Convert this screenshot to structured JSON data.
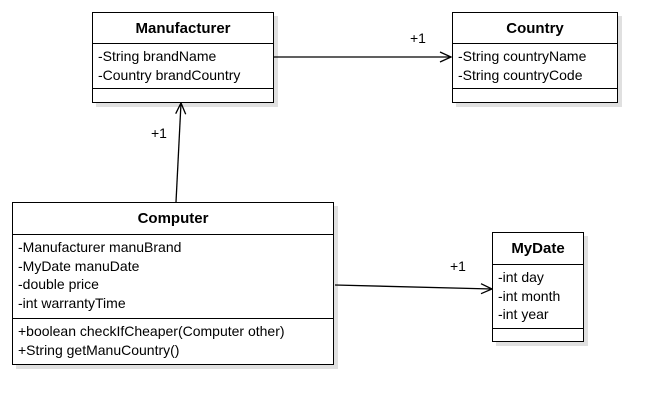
{
  "classes": {
    "manufacturer": {
      "name": "Manufacturer",
      "attributes": [
        "-String brandName",
        "-Country brandCountry"
      ],
      "methods": []
    },
    "country": {
      "name": "Country",
      "attributes": [
        "-String countryName",
        "-String countryCode"
      ],
      "methods": []
    },
    "computer": {
      "name": "Computer",
      "attributes": [
        "-Manufacturer manuBrand",
        "-MyDate manuDate",
        "-double price",
        "-int warrantyTime"
      ],
      "methods": [
        "+boolean checkIfCheaper(Computer other)",
        "+String getManuCountry()"
      ]
    },
    "mydate": {
      "name": "MyDate",
      "attributes": [
        "-int day",
        "-int month",
        "-int year"
      ],
      "methods": []
    }
  },
  "associations": {
    "manufacturer_country": {
      "multiplicity": "+1"
    },
    "computer_manufacturer": {
      "multiplicity": "+1"
    },
    "computer_mydate": {
      "multiplicity": "+1"
    }
  }
}
